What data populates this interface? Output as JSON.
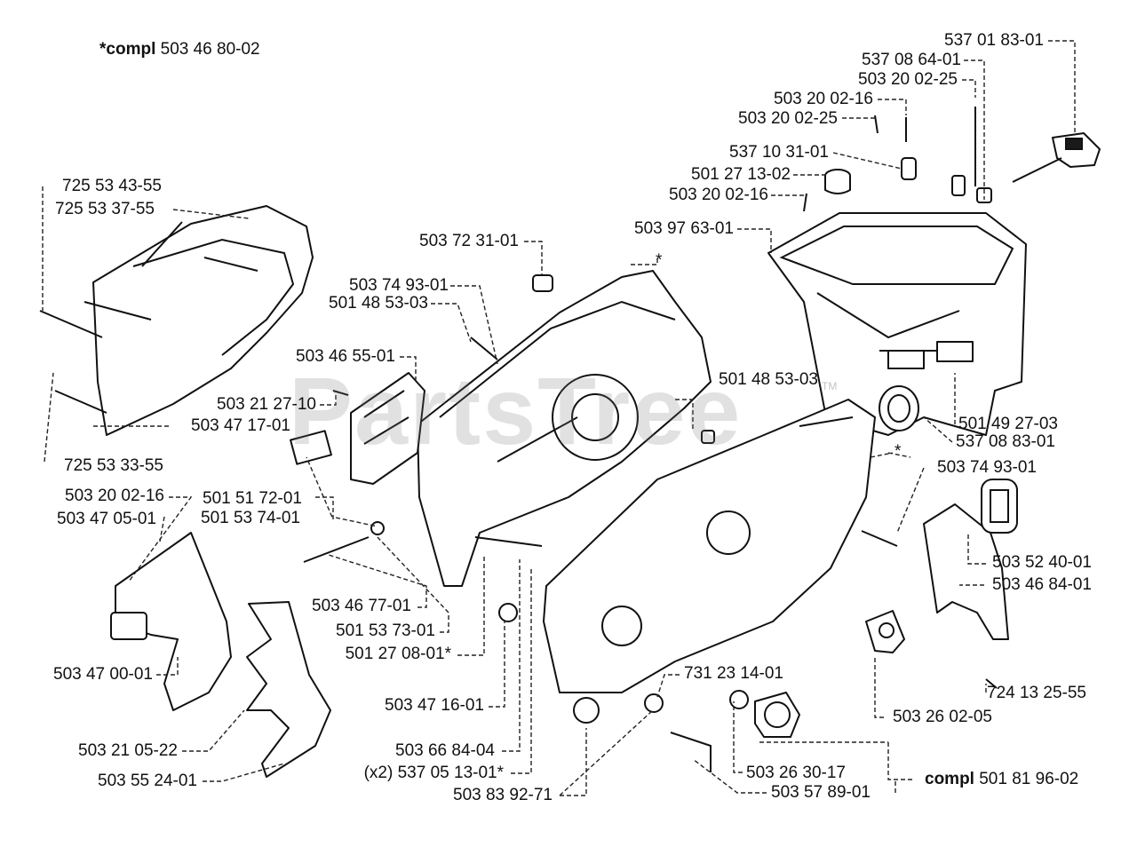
{
  "header": {
    "prefix": "*compl",
    "number": "503 46 80-02"
  },
  "watermark": {
    "text": "PartsTree",
    "tm": "TM"
  },
  "footer_compl": {
    "prefix": "compl",
    "number": "501 81 96-02"
  },
  "labels": [
    {
      "id": "p1",
      "text": "537 01 83-01"
    },
    {
      "id": "p2",
      "text": "537 08 64-01"
    },
    {
      "id": "p3",
      "text": "503 20 02-25"
    },
    {
      "id": "p4",
      "text": "503 20 02-16"
    },
    {
      "id": "p5",
      "text": "503 20 02-25"
    },
    {
      "id": "p6",
      "text": "537 10 31-01"
    },
    {
      "id": "p7",
      "text": "501 27 13-02"
    },
    {
      "id": "p8",
      "text": "503 20 02-16"
    },
    {
      "id": "p9",
      "text": "503 97 63-01"
    },
    {
      "id": "p10",
      "text": "725 53 43-55"
    },
    {
      "id": "p11",
      "text": "725 53 37-55"
    },
    {
      "id": "p12",
      "text": "503 72 31-01"
    },
    {
      "id": "p13",
      "text": "503 74 93-01"
    },
    {
      "id": "p14",
      "text": "501 48 53-03"
    },
    {
      "id": "p15",
      "text": "503 46 55-01"
    },
    {
      "id": "p16",
      "text": "503 21 27-10"
    },
    {
      "id": "p17",
      "text": "503 47 17-01"
    },
    {
      "id": "p18",
      "text": "501 48 53-03"
    },
    {
      "id": "p19",
      "text": "501 49 27-03"
    },
    {
      "id": "p20",
      "text": "537 08 83-01"
    },
    {
      "id": "p21",
      "text": "725 53 33-55"
    },
    {
      "id": "p22",
      "text": "503 74 93-01"
    },
    {
      "id": "p23",
      "text": "503 20 02-16"
    },
    {
      "id": "p24",
      "text": "501 51 72-01"
    },
    {
      "id": "p25",
      "text": "503 47 05-01"
    },
    {
      "id": "p26",
      "text": "501 53 74-01"
    },
    {
      "id": "p27",
      "text": "503 52 40-01"
    },
    {
      "id": "p28",
      "text": "503 46 84-01"
    },
    {
      "id": "p29",
      "text": "503 46 77-01"
    },
    {
      "id": "p30",
      "text": "501 53 73-01"
    },
    {
      "id": "p31",
      "text": "501 27 08-01*"
    },
    {
      "id": "p32",
      "text": "503 47 00-01"
    },
    {
      "id": "p33",
      "text": "731 23 14-01"
    },
    {
      "id": "p34",
      "text": "724 13 25-55"
    },
    {
      "id": "p35",
      "text": "503 47 16-01"
    },
    {
      "id": "p36",
      "text": "503 26 02-05"
    },
    {
      "id": "p37",
      "text": "503 21 05-22"
    },
    {
      "id": "p38",
      "text": "503 66 84-04"
    },
    {
      "id": "p39",
      "text": "(x2) 537 05 13-01*"
    },
    {
      "id": "p40",
      "text": "503 26 30-17"
    },
    {
      "id": "p41",
      "text": "503 55 24-01"
    },
    {
      "id": "p42",
      "text": "503 57 89-01"
    },
    {
      "id": "p43",
      "text": "503 83 92-71"
    }
  ]
}
